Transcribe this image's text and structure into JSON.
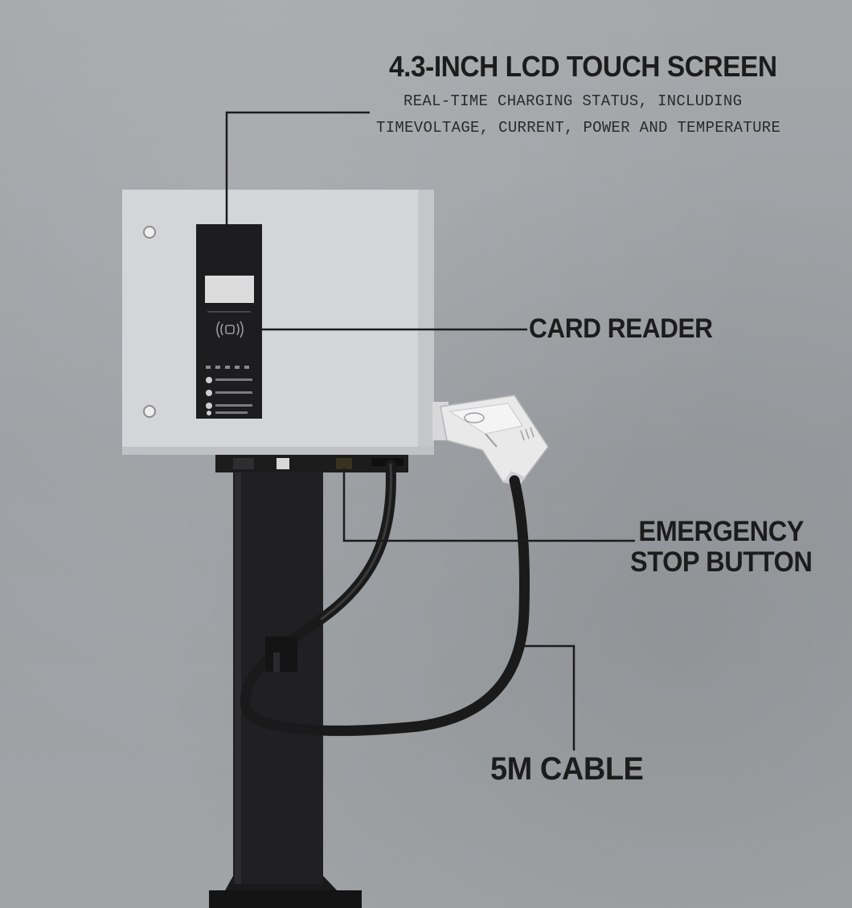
{
  "callouts": {
    "lcd": {
      "title": "4.3-INCH LCD TOUCH SCREEN",
      "line1": "REAL-TIME CHARGING STATUS, INCLUDING",
      "line2": "TIMEVOLTAGE, CURRENT, POWER AND TEMPERATURE"
    },
    "card_reader": {
      "title": "CARD READER"
    },
    "emergency": {
      "line1": "EMERGENCY",
      "line2": "STOP BUTTON"
    },
    "cable": {
      "title": "5M CABLE"
    }
  },
  "colors": {
    "wall": "#9ea1a4",
    "cabinet": "#d4d6d9",
    "panel": "#1d1d1f",
    "pole": "#202022",
    "cable": "#1a1a1a",
    "leader": "#1c1c1c"
  }
}
